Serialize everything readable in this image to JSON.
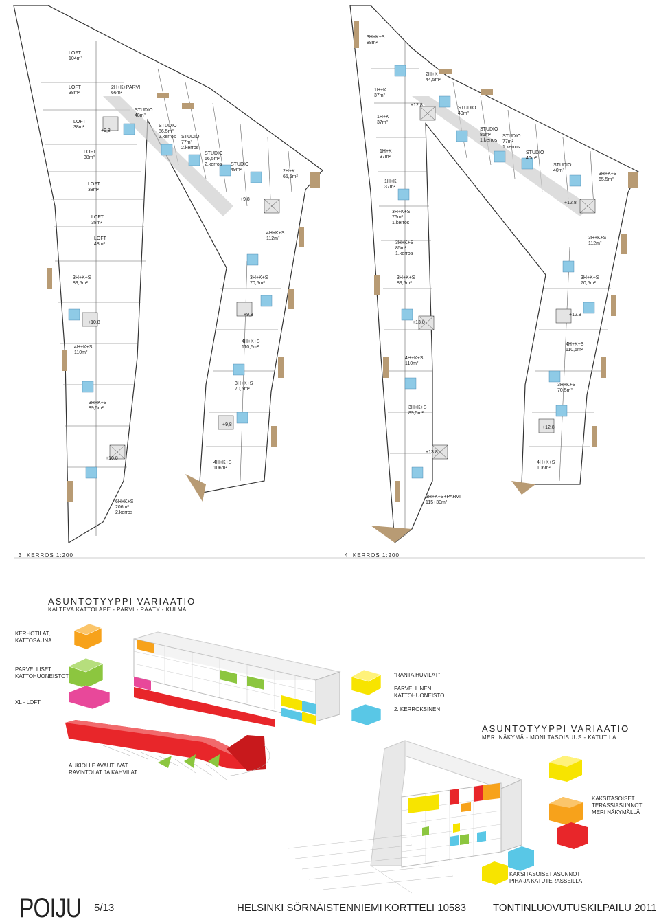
{
  "plan_left": {
    "caption": "3. KERROS  1:200",
    "units": [
      {
        "text": "LOFT\n104m²"
      },
      {
        "text": "LOFT\n38m²"
      },
      {
        "text": "2H+K+PARVI\n66m²"
      },
      {
        "text": "STUDIO\n48m²"
      },
      {
        "text": "LOFT\n38m²"
      },
      {
        "text": "STUDIO\n86,5m²\n2.kerros"
      },
      {
        "text": "STUDIO\n77m²\n2.kerros"
      },
      {
        "text": "LOFT\n38m²"
      },
      {
        "text": "STUDIO\n66,5m²\n2.kerros"
      },
      {
        "text": "STUDIO\n49m²"
      },
      {
        "text": "2H+K\n65,5m²"
      },
      {
        "text": "LOFT\n38m²"
      },
      {
        "text": "LOFT\n38m²"
      },
      {
        "text": "LOFT\n48m²"
      },
      {
        "text": "4H+K+S\n112m²"
      },
      {
        "text": "3H+K+S\n89,5m²"
      },
      {
        "text": "3H+K+S\n70,5m²"
      },
      {
        "text": "4H+K+S\n110m²"
      },
      {
        "text": "4H+K+S\n110,5m²"
      },
      {
        "text": "3H+K+S\n70,5m²"
      },
      {
        "text": "3H+K+S\n89,5m²"
      },
      {
        "text": "4H+K+S\n106m²"
      },
      {
        "text": "6H+K+S\n206m²\n2.kerros"
      }
    ],
    "levels": [
      "+9,8",
      "+9,8",
      "+10,8",
      "+9,8",
      "+9,8",
      "+10,8"
    ]
  },
  "plan_right": {
    "caption": "4. KERROS  1:200",
    "units": [
      {
        "text": "3H+K+S\n88m²"
      },
      {
        "text": "2H+K\n44,5m²"
      },
      {
        "text": "1H+K\n37m²"
      },
      {
        "text": "STUDIO\n40m²"
      },
      {
        "text": "1H+K\n37m²"
      },
      {
        "text": "STUDIO\n86m²\n1.kerros"
      },
      {
        "text": "STUDIO\n77m²\n1.kerros"
      },
      {
        "text": "1H+K\n37m²"
      },
      {
        "text": "STUDIO\n40m²"
      },
      {
        "text": "STUDIO\n40m²"
      },
      {
        "text": "1H+K\n37m²"
      },
      {
        "text": "3H+K+S\n65,5m²"
      },
      {
        "text": "3H+K+S\n76m²\n1.kerros"
      },
      {
        "text": "3H+K+S\n85m²\n1.kerros"
      },
      {
        "text": "3H+K+S\n112m²"
      },
      {
        "text": "3H+K+S\n89,5m²"
      },
      {
        "text": "3H+K+S\n70,5m²"
      },
      {
        "text": "4H+K+S\n110m²"
      },
      {
        "text": "4H+K+S\n110,5m²"
      },
      {
        "text": "3H+K+S\n70,5m²"
      },
      {
        "text": "3H+K+S\n89,5m²"
      },
      {
        "text": "4H+K+S\n106m²"
      },
      {
        "text": "3H+K+S+PARVI\n115+30m²"
      }
    ],
    "levels": [
      "+12.8",
      "+12.8",
      "+12.8",
      "+13.8",
      "+12.8",
      "+13.8"
    ]
  },
  "variation_1": {
    "title": "ASUNTOTYYPPI VARIAATIO",
    "subtitle": "KALTEVA KATTOLAPE - PARVI - PÄÄTY - KULMA",
    "legend": [
      {
        "label": "KERHOTILAT,\nKATTOSAUNA",
        "color": "#f7a21b"
      },
      {
        "label": "PARVELLISET\nKATTOHUONEISTOT",
        "color": "#8cc63f"
      },
      {
        "label": "XL - LOFT",
        "color": "#e8489a"
      },
      {
        "label": "\"RANTA HUVILAT\"\n\nPARVELLINEN\nKATTOHUONEISTO",
        "color": "#f7e400"
      },
      {
        "label": "2. KERROKSINEN",
        "color": "#59c7e6"
      },
      {
        "label": "AUKIOLLE AVAUTUVAT\nRAVINTOLAT JA KAHVILAT",
        "color": "#e8262a"
      }
    ]
  },
  "variation_2": {
    "title": "ASUNTOTYYPPI VARIAATIO",
    "subtitle": "MERI NÄKYMÄ - MONI TASOISUUS - KATUTILA",
    "legend": [
      {
        "label": "KAKSITASOISET\nTERASSIASUNNOT\nMERI NÄKYMÄLLÄ",
        "color": "#f7a21b"
      },
      {
        "label": "KAKSITASOISET ASUNNOT\nPIHA JA KATUTERASSEILLA",
        "color": "#f7e400"
      }
    ]
  },
  "footer": {
    "brand": "POIJU",
    "page": "5/13",
    "place": "HELSINKI SÖRNÄISTENNIEMI",
    "block": "KORTTELI  10583",
    "competition": "TONTINLUOVUTUSKILPAILU  2011"
  },
  "colors": {
    "orange": "#f7a21b",
    "green": "#8cc63f",
    "magenta": "#e8489a",
    "yellow": "#f7e400",
    "cyan": "#59c7e6",
    "red": "#e8262a",
    "wall": "#444444",
    "wet": "#8ecae6",
    "wood": "#b89b74"
  }
}
